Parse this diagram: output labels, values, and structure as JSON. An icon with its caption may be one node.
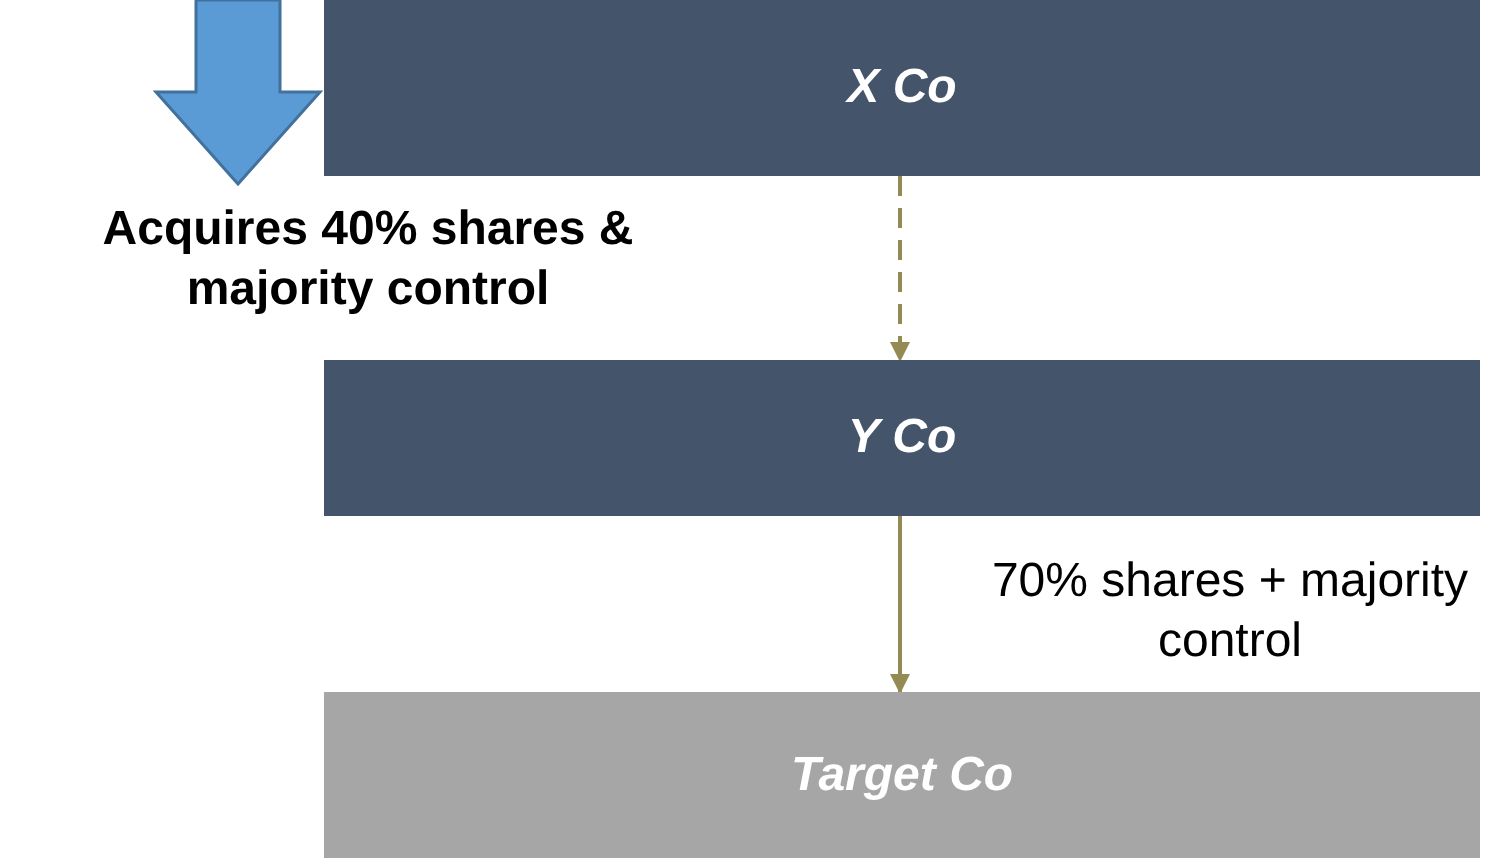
{
  "diagram": {
    "nodes": [
      {
        "text": [
          "X Co"
        ]
      },
      {
        "text": [
          "Y Co"
        ]
      },
      {
        "text": [
          "Target Co"
        ]
      }
    ],
    "edges": [
      {
        "from": 0,
        "to": 1,
        "arrow": "to",
        "style": "dashed"
      },
      {
        "from": 1,
        "to": 2,
        "arrow": "to",
        "label": "70% shares + majority control"
      }
    ],
    "labels": [
      "Acquires 40% shares & majority control"
    ]
  }
}
